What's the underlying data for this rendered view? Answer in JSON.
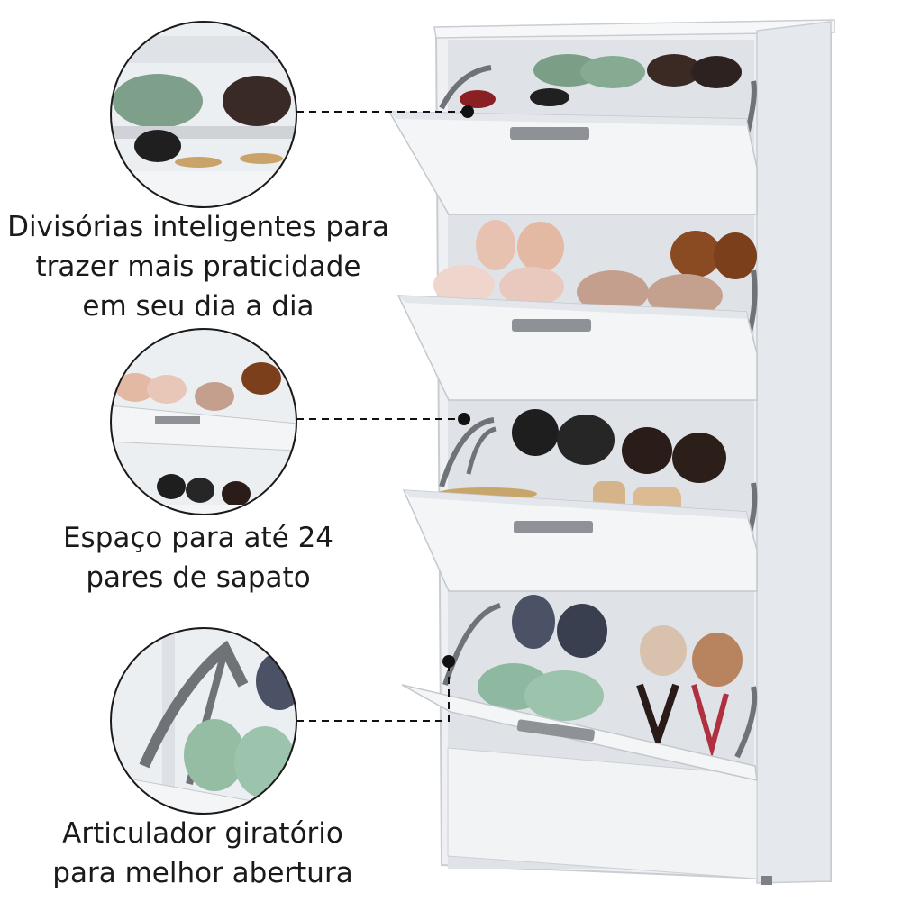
{
  "features": [
    {
      "lines": [
        "Divisórias inteligentes para",
        "trazer mais praticidade",
        "em seu dia a dia"
      ]
    },
    {
      "lines": [
        "Espaço para até 24",
        "pares de sapato"
      ]
    },
    {
      "lines": [
        "Articulador giratório",
        "para melhor abertura"
      ]
    }
  ],
  "colors": {
    "cabinet": "#f2f4f6",
    "cabinet_shadow": "#d9dde2",
    "handle": "#8e9196",
    "divider": "#6f7378",
    "leader": "#111111"
  }
}
